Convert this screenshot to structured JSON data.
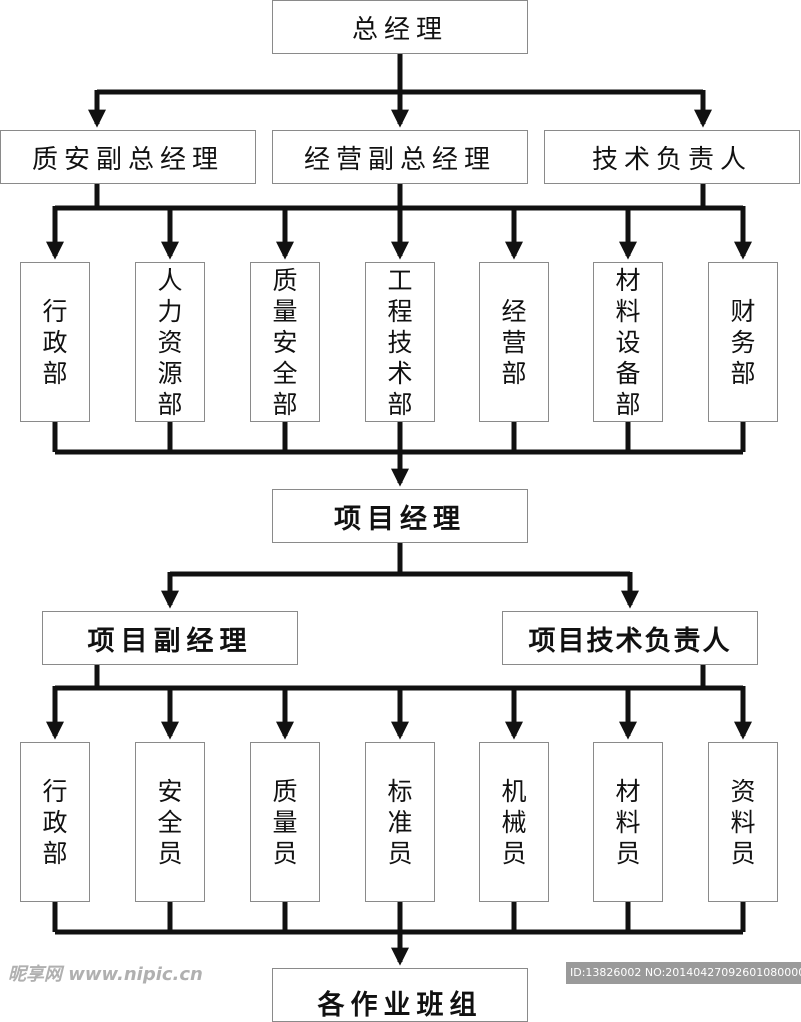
{
  "top": {
    "general_manager": "总经理"
  },
  "deputies": [
    {
      "label": "质安副总经理"
    },
    {
      "label": "经营副总经理"
    },
    {
      "label": "技术负责人"
    }
  ],
  "departments": [
    {
      "label": "行政部"
    },
    {
      "label": "人力资源部"
    },
    {
      "label": "质量安全部"
    },
    {
      "label": "工程技术部"
    },
    {
      "label": "经营部"
    },
    {
      "label": "材料设备部"
    },
    {
      "label": "财务部"
    }
  ],
  "project": {
    "manager": "项目经理"
  },
  "project_deputies": [
    {
      "label": "项目副经理"
    },
    {
      "label": "项目技术负责人"
    }
  ],
  "project_staff": [
    {
      "label": "行政部"
    },
    {
      "label": "安全员"
    },
    {
      "label": "质量员"
    },
    {
      "label": "标准员"
    },
    {
      "label": "机械员"
    },
    {
      "label": "材料员"
    },
    {
      "label": "资料员"
    }
  ],
  "bottom": {
    "partial_label": "各作业班组"
  },
  "watermark": {
    "left": "昵享网 www.nipic.cn",
    "right": "ID:13826002 NO:20140427092601080000"
  },
  "colors": {
    "line": "#111111",
    "box_border": "#8a8a8a",
    "background": "#ffffff"
  }
}
